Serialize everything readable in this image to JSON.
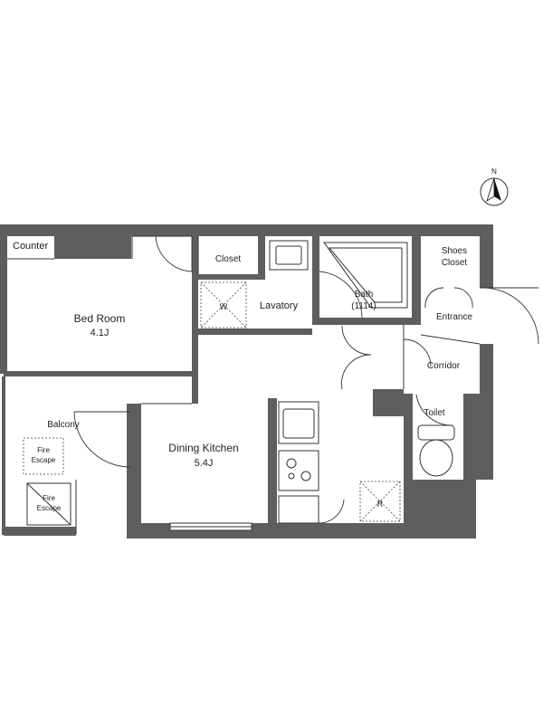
{
  "compass": {
    "label": "N"
  },
  "rooms": {
    "counter": "Counter",
    "closet": "Closet",
    "shoes_closet_line1": "Shoes",
    "shoes_closet_line2": "Closet",
    "bedroom_name": "Bed Room",
    "bedroom_size": "4.1J",
    "washer_mark": "W",
    "lavatory": "Lavatory",
    "bath_name": "Bath",
    "bath_size": "(1114)",
    "entrance": "Entrance",
    "corridor": "Corridor",
    "toilet": "Toilet",
    "balcony": "Balcony",
    "fire_escape_1_line1": "Fire",
    "fire_escape_1_line2": "Escape",
    "fire_escape_2_line1": "Fire",
    "fire_escape_2_line2": "Escape",
    "dining_kitchen_name": "Dining Kitchen",
    "dining_kitchen_size": "5.4J",
    "fridge_mark": "R"
  },
  "colors": {
    "wall": "#5e5e5e",
    "line": "#333333",
    "background": "#ffffff"
  }
}
